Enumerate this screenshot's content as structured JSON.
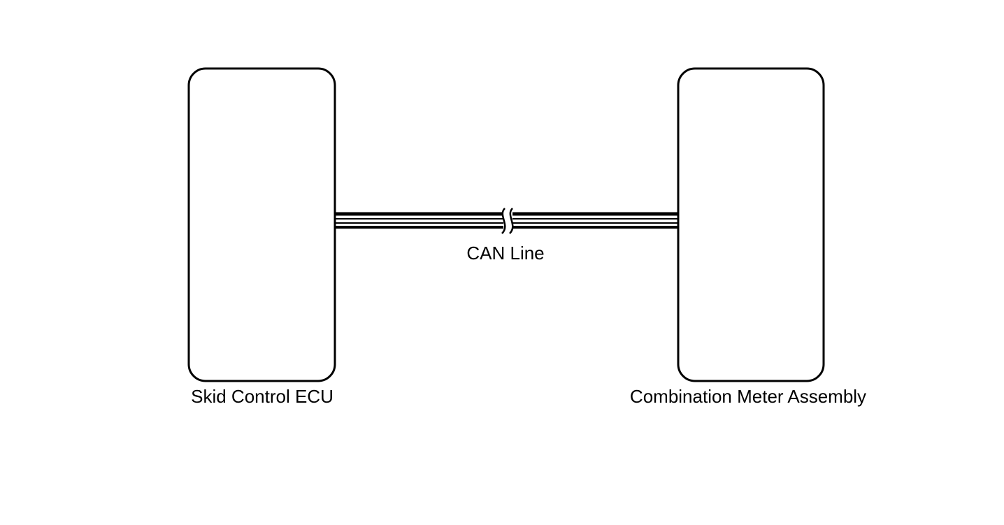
{
  "diagram": {
    "left_component": {
      "label": "Skid Control ECU"
    },
    "right_component": {
      "label": "Combination Meter Assembly"
    },
    "connection": {
      "label": "CAN Line"
    }
  },
  "colors": {
    "stroke": "#000000",
    "background": "#ffffff"
  }
}
